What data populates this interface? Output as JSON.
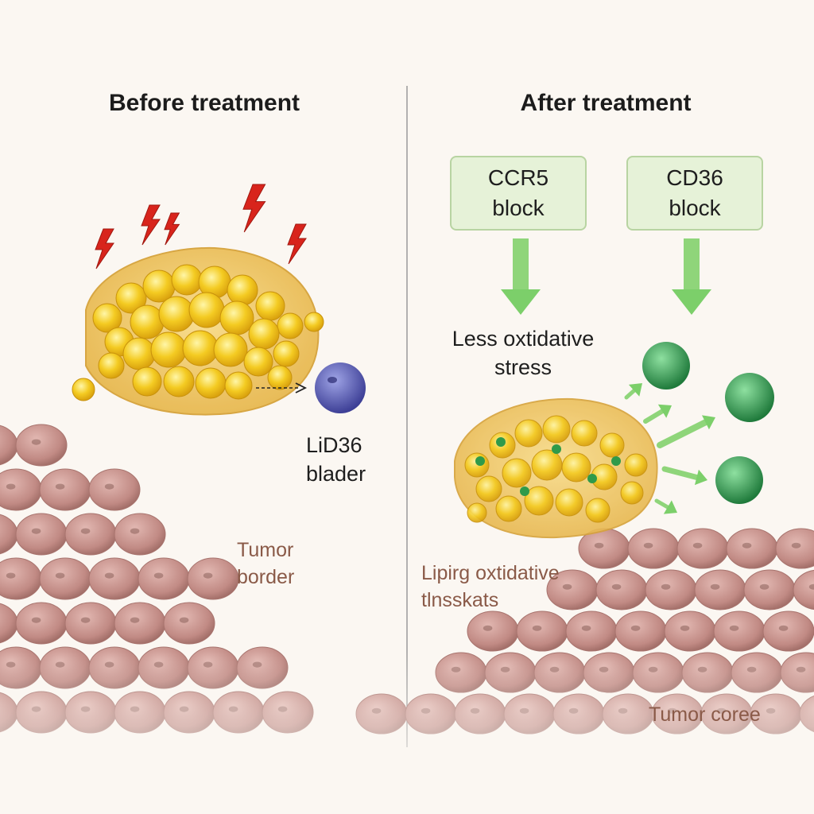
{
  "panels": {
    "before": {
      "title": "Before treatment",
      "cell_label": "LiD36\nblader",
      "region_label": "Tumor\nborder"
    },
    "after": {
      "title": "After treatment",
      "blocks": [
        "CCR5\nblock",
        "CD36\nblock"
      ],
      "effect_label": "Less oxtidative\nstress",
      "lower_label": "Lipirg oxtidative\ntlnsskats",
      "region_label": "Tumor coree"
    }
  },
  "colors": {
    "lipid_yellow": "#f2c41a",
    "stress_red": "#d8241c",
    "immune_blue": "#5a5ab0",
    "immune_green": "#2e9a4e",
    "arrow_green": "#7ccf6a",
    "tumor_cell": "#c9948e",
    "block_fill": "#e6f2d8"
  },
  "icons": [
    "lightning-bolt-icon",
    "arrow-down-icon",
    "arrow-right-icon"
  ]
}
